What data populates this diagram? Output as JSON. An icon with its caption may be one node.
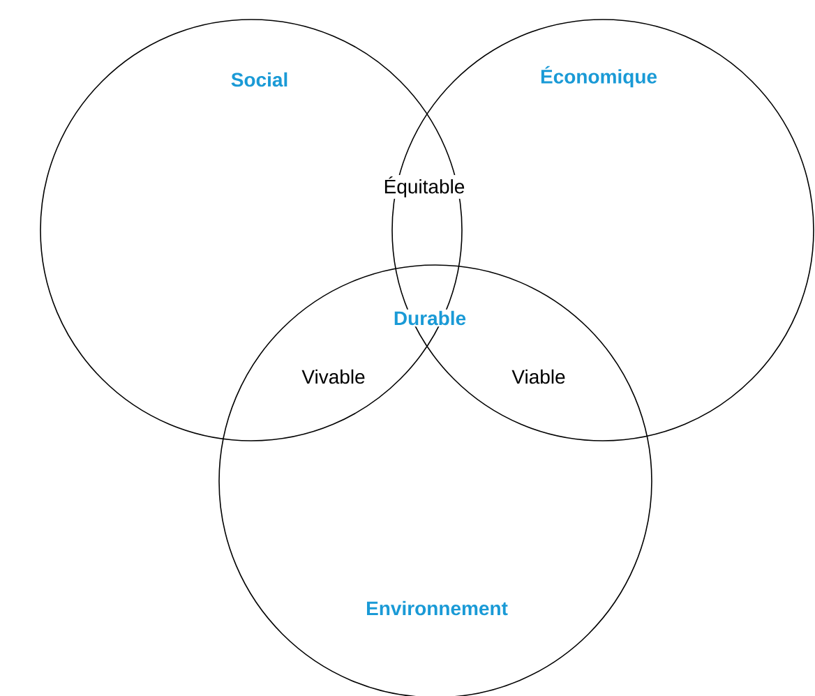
{
  "diagram": {
    "nodes": [
      {
        "text": [
          "Social"
        ]
      },
      {
        "text": [
          "Économique"
        ]
      },
      {
        "text": [
          "Environnement"
        ]
      }
    ],
    "labels": [
      "Équitable",
      "Durable",
      "Vivable",
      "Viable"
    ]
  }
}
